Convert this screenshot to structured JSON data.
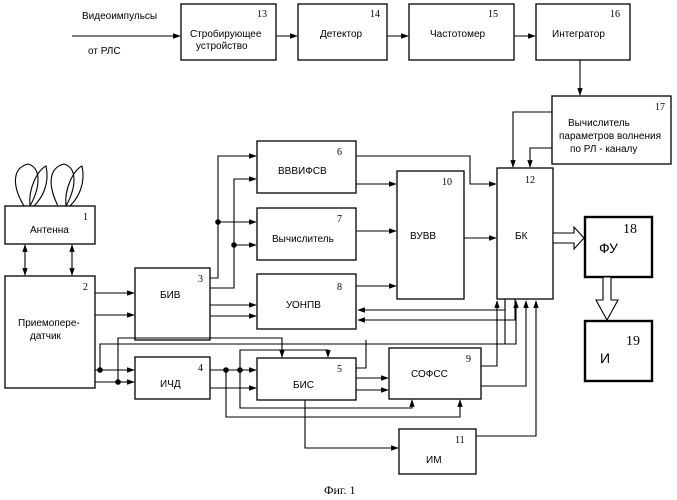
{
  "inputs": {
    "video_pulses": "Видеоимпульсы",
    "from_radar": "от РЛС"
  },
  "blocks": [
    {
      "id": "1",
      "label": "Антенна"
    },
    {
      "id": "2",
      "label_line1": "Приемопере-",
      "label_line2": "датчик"
    },
    {
      "id": "3",
      "label": "БИВ"
    },
    {
      "id": "4",
      "label": "ИЧД"
    },
    {
      "id": "5",
      "label": "БИС"
    },
    {
      "id": "6",
      "label": "ВВВИФСВ"
    },
    {
      "id": "7",
      "label": "Вычислитель"
    },
    {
      "id": "8",
      "label": "УОНПВ"
    },
    {
      "id": "9",
      "label": "СОФСС"
    },
    {
      "id": "10",
      "label": "ВУВВ"
    },
    {
      "id": "11",
      "label": "ИМ"
    },
    {
      "id": "12",
      "label": "БК"
    },
    {
      "id": "13",
      "label_line1": "Стробирующее",
      "label_line2": "устройство"
    },
    {
      "id": "14",
      "label": "Детектор"
    },
    {
      "id": "15",
      "label": "Частотомер"
    },
    {
      "id": "16",
      "label": "Интегратор"
    },
    {
      "id": "17",
      "label_line1": "Вычислитель",
      "label_line2": "параметров волнения",
      "label_line3": "по РЛ - каналу"
    },
    {
      "id": "18",
      "label": "ФУ"
    },
    {
      "id": "19",
      "label": "И"
    }
  ],
  "caption": "Фиг. 1"
}
